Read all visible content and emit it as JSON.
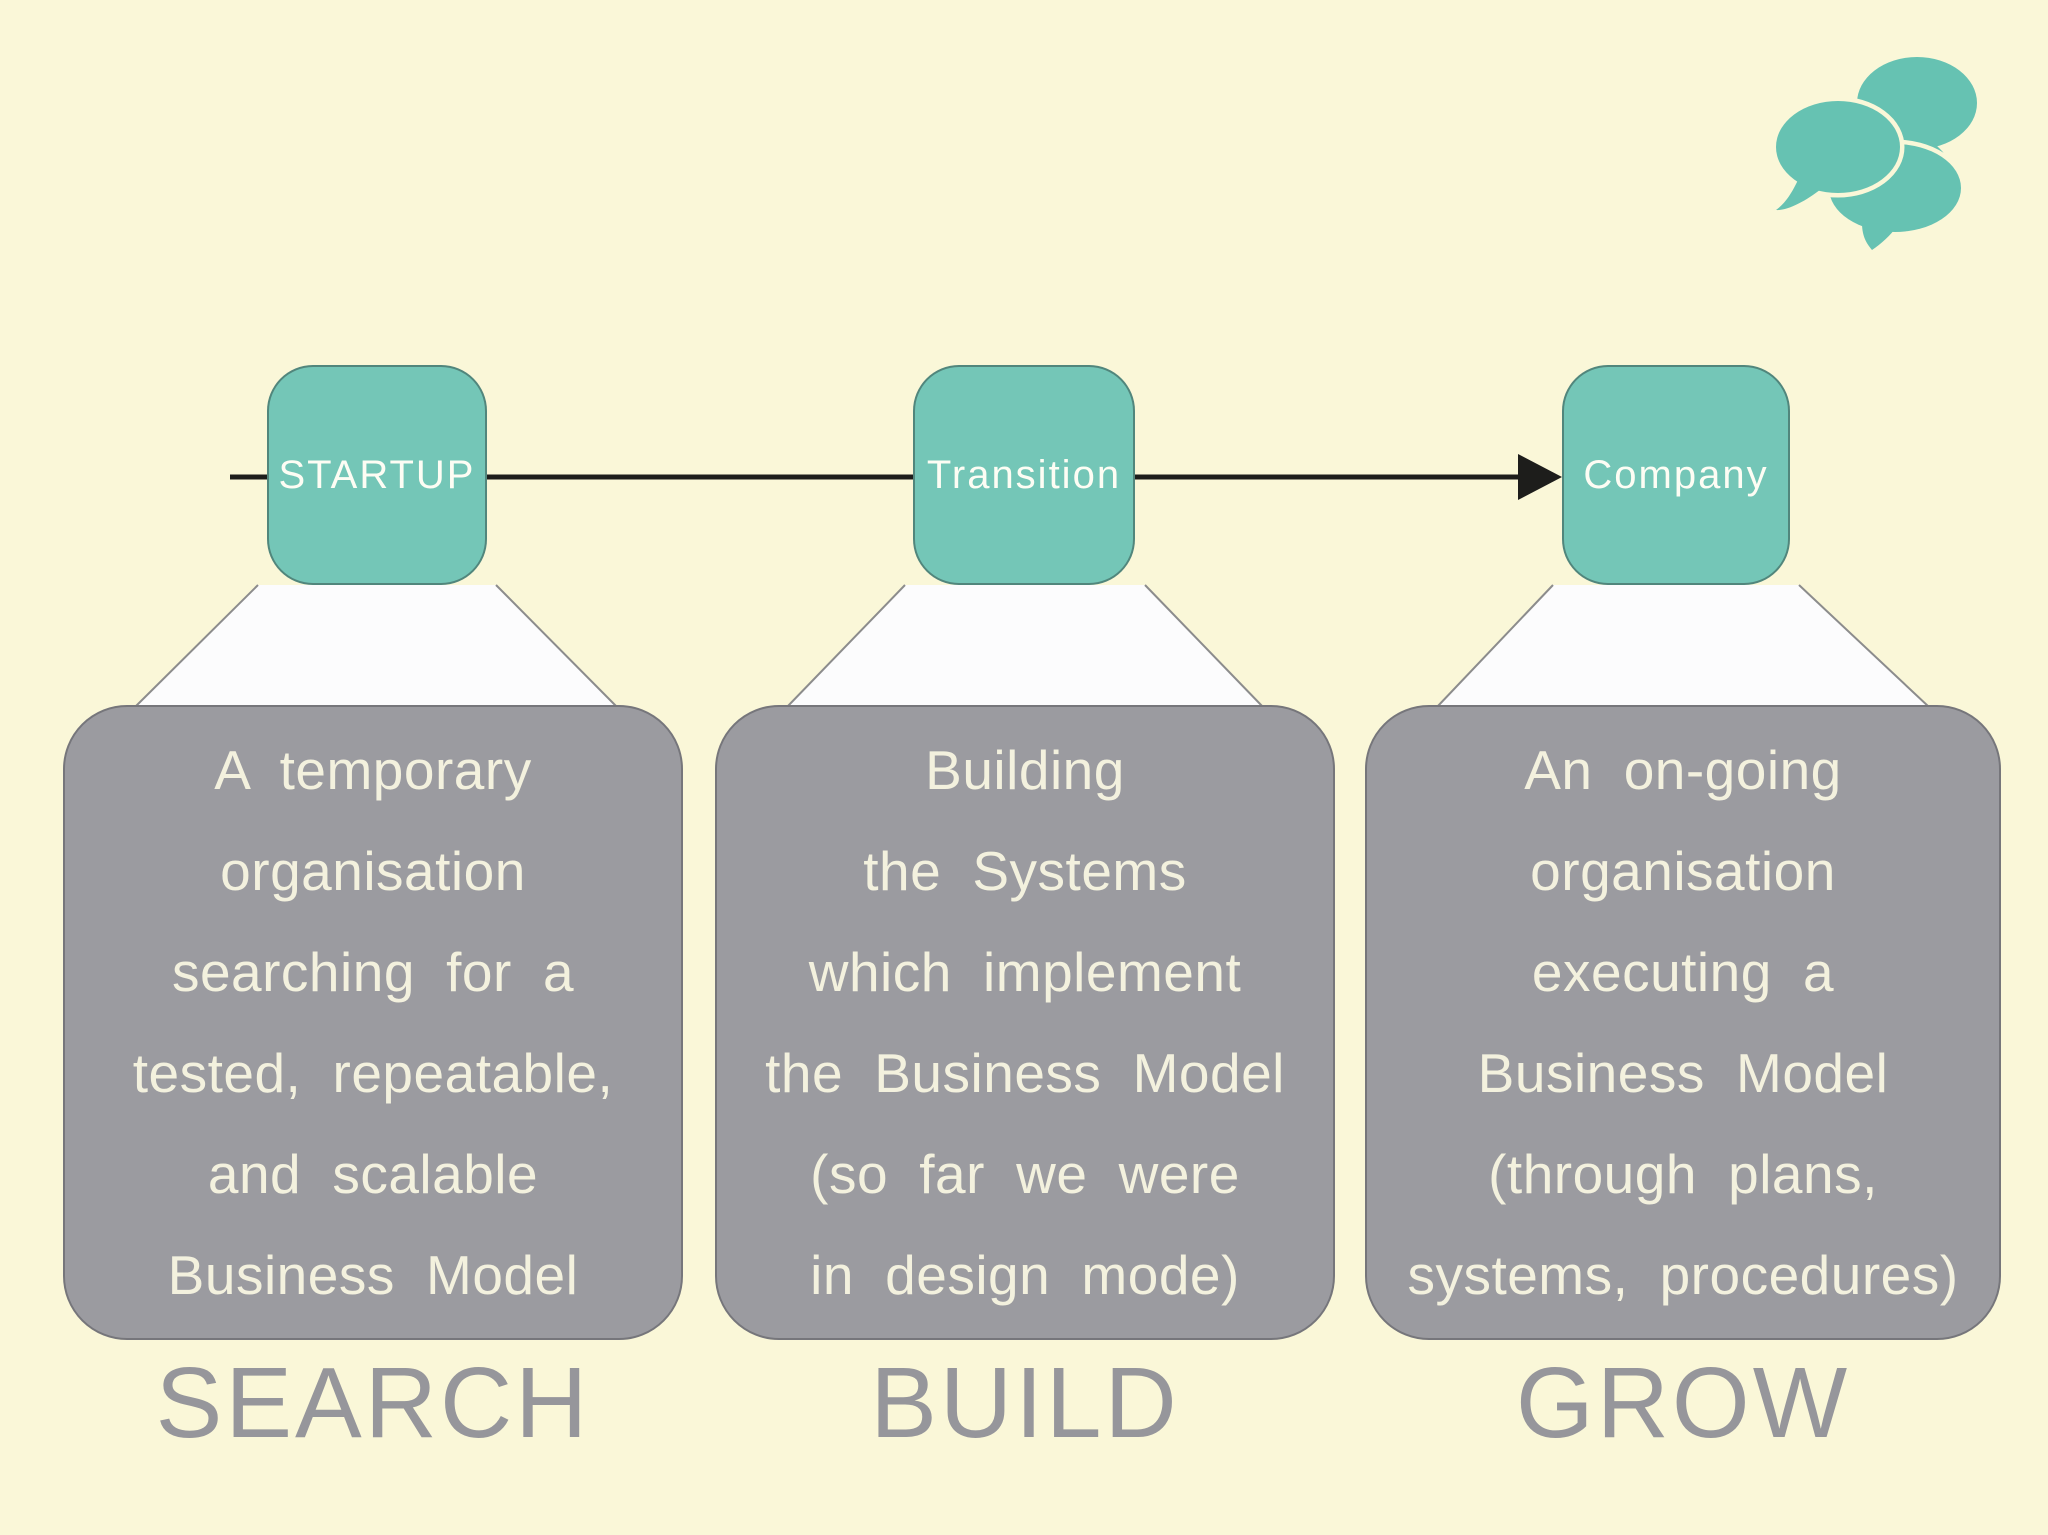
{
  "colors": {
    "background": "#faf7d8",
    "node_teal": "#74c6b7",
    "logo_teal": "#66c2b2",
    "box_gray": "#9b9ba0",
    "box_text_cream": "#f3f1de",
    "phase_label_gray": "#96969b",
    "funnel_white": "#fcfcfd",
    "arrow_black": "#1d1d1b"
  },
  "logo": {
    "icon": "speech-bubbles",
    "bubble_count": 3
  },
  "timeline": {
    "direction": "left-to-right",
    "nodes": [
      {
        "label": "STARTUP"
      },
      {
        "label": "Transition"
      },
      {
        "label": "Company"
      }
    ]
  },
  "stages": [
    {
      "node_label": "STARTUP",
      "phase_label": "SEARCH",
      "description_lines": [
        "A temporary",
        "organisation",
        "searching for a",
        "tested, repeatable,",
        "and scalable",
        "Business Model"
      ]
    },
    {
      "node_label": "Transition",
      "phase_label": "BUILD",
      "description_lines": [
        "Building",
        "the Systems",
        "which implement",
        "the Business Model",
        "(so far we were",
        "in design mode)"
      ]
    },
    {
      "node_label": "Company",
      "phase_label": "GROW",
      "description_lines": [
        "An on-going",
        "organisation",
        "executing a",
        "Business Model",
        "(through plans,",
        "systems, procedures)"
      ]
    }
  ]
}
